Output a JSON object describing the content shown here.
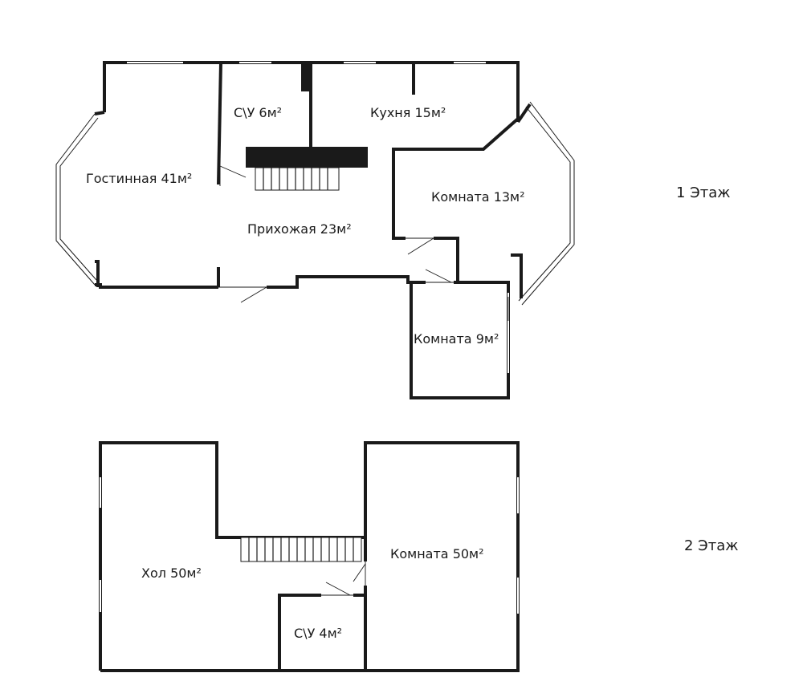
{
  "floors": [
    {
      "label": "1 Этаж",
      "rooms": [
        {
          "name": "С\\У 6м²"
        },
        {
          "name": "Кухня 15м²"
        },
        {
          "name": "Гостинная 41м²"
        },
        {
          "name": "Комната 13м²"
        },
        {
          "name": "Прихожая 23м²"
        },
        {
          "name": "Комната 9м²"
        }
      ]
    },
    {
      "label": "2 Этаж",
      "rooms": [
        {
          "name": "Хол 50м²"
        },
        {
          "name": "Комната 50м²"
        },
        {
          "name": "С\\У 4м²"
        }
      ]
    }
  ]
}
